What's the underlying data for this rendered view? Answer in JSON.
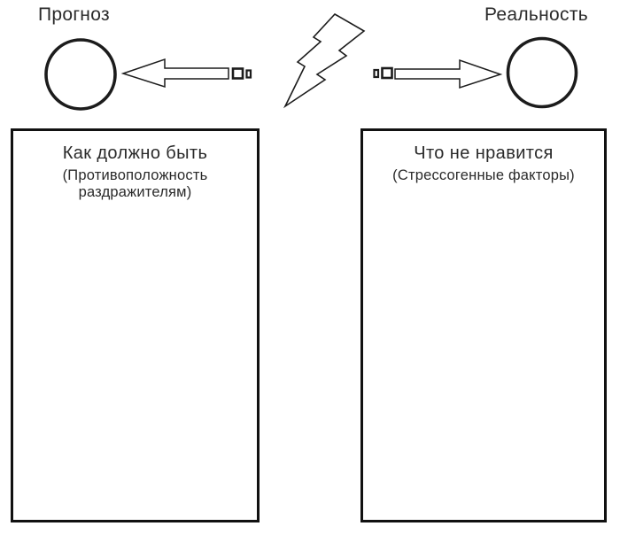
{
  "diagram": {
    "forecast": {
      "label": "Прогноз",
      "box": {
        "title": "Как должно быть",
        "subtitle": "(Противоположность раздражителям)"
      }
    },
    "reality": {
      "label": "Реальность",
      "box": {
        "title": "Что не нравится",
        "subtitle": "(Стрессогенные факторы)"
      }
    },
    "icons": [
      "forecast-circle-icon",
      "reality-circle-icon",
      "block-arrow-left-icon",
      "block-arrow-right-icon",
      "lightning-bolt-icon",
      "small-square-icon"
    ],
    "colors": {
      "line": "#1c1c1c",
      "text": "#2a2a2a",
      "background": "#ffffff"
    }
  }
}
